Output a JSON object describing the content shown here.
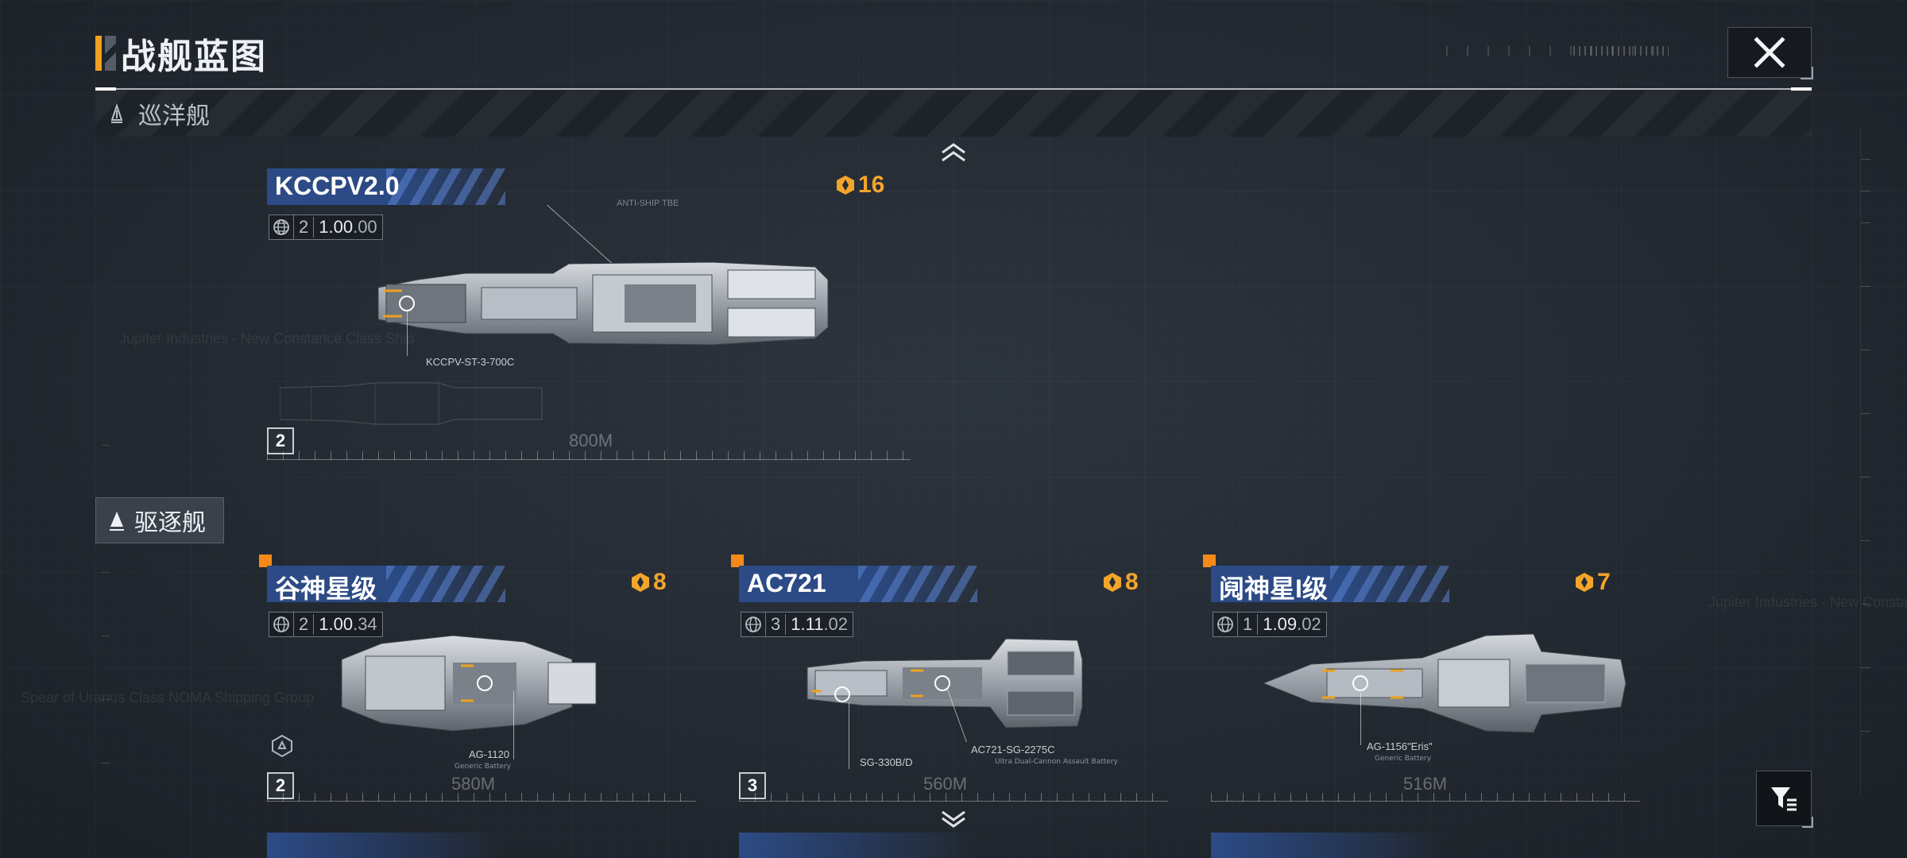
{
  "page": {
    "title": "战舰蓝图"
  },
  "categories": {
    "cruiser": {
      "label": "巡洋舰"
    },
    "destroyer": {
      "label": "驱逐舰"
    }
  },
  "cruisers": [
    {
      "name": "KCCPV2.0",
      "cost": "16",
      "count": "2",
      "version_main": "1.00",
      "version_sub": ".00",
      "tier": "2",
      "length": "800M",
      "weapons": [
        {
          "label": "KCCPV-ST-3-700C",
          "sub": ""
        }
      ],
      "annotation": "ANTI-SHIP TBE",
      "new": false
    }
  ],
  "destroyers": [
    {
      "name": "谷神星级",
      "cost": "8",
      "count": "2",
      "version_main": "1.00",
      "version_sub": ".34",
      "tier": "2",
      "length": "580M",
      "weapons": [
        {
          "label": "AG-1120",
          "sub": "Generic Battery"
        }
      ],
      "new": true
    },
    {
      "name": "AC721",
      "cost": "8",
      "count": "3",
      "version_main": "1.11",
      "version_sub": ".02",
      "tier": "3",
      "length": "560M",
      "weapons": [
        {
          "label": "SG-330B/D",
          "sub": ""
        },
        {
          "label": "AC721-SG-2275C",
          "sub": "Ultra Dual-Cannon Assault Battery"
        }
      ],
      "new": true
    },
    {
      "name": "阋神星I级",
      "cost": "7",
      "count": "1",
      "version_main": "1.09",
      "version_sub": ".02",
      "tier": "",
      "length": "516M",
      "weapons": [
        {
          "label": "AG-1156\"Eris\"",
          "sub": "Generic Battery"
        }
      ],
      "new": true
    }
  ],
  "background_text": [
    "Jupiter Industries - New Constance Class Ship",
    "Spear of Uranus Class NOMA Shipping Group",
    "Jupiter Industries - New Constance"
  ],
  "icons": {
    "close": "close-icon",
    "filter": "filter-icon",
    "cost": "supply-icon",
    "globe": "globe-icon",
    "scroll_up": "chevron-up-icon",
    "scroll_down": "chevron-down-icon"
  },
  "colors": {
    "accent": "#f0a020",
    "cost": "#f3a52a",
    "name_plate": "#2c4b86",
    "new_marker": "#f58a18"
  }
}
